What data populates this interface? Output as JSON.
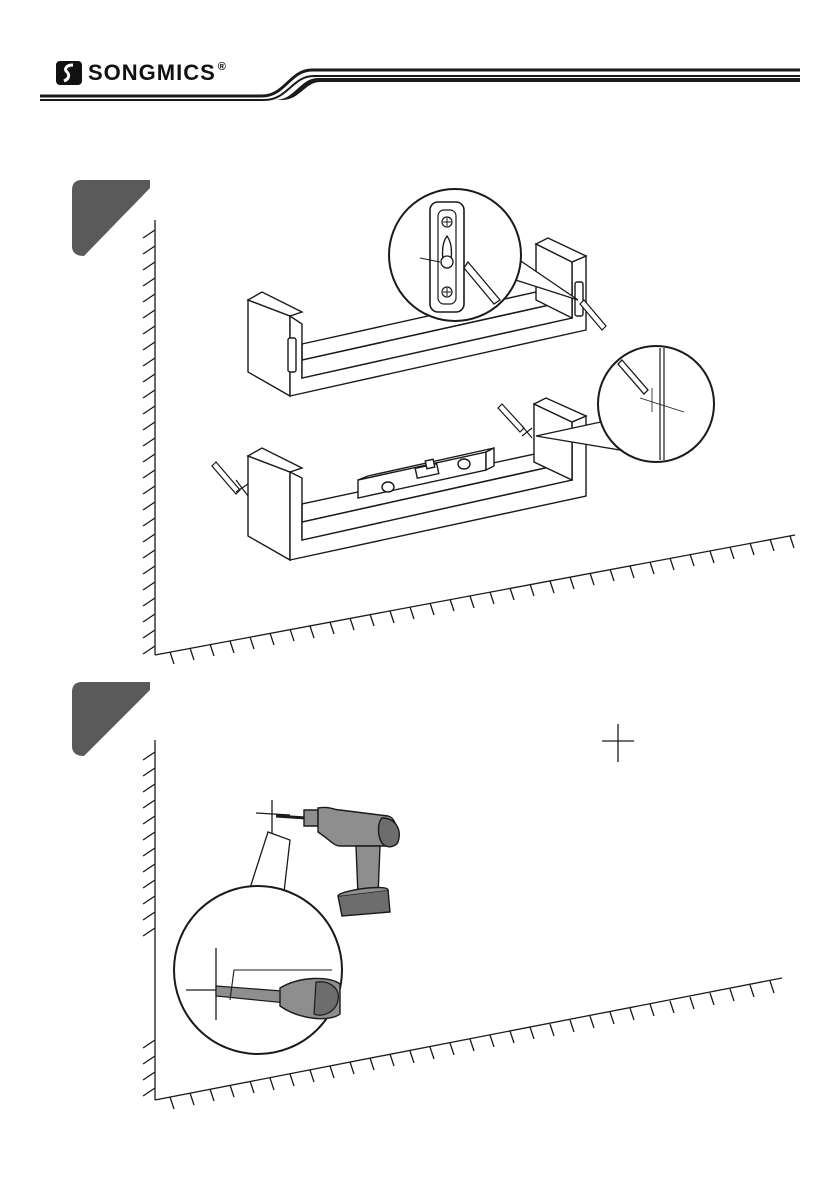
{
  "header": {
    "brand_name": "SONGMICS",
    "brand_registered_mark": "®"
  },
  "steps": [
    {
      "id": "step-1",
      "illustration": "mark-wall-with-level-and-pencil",
      "icon": "step-badge-icon"
    },
    {
      "id": "step-2",
      "illustration": "drill-holes-at-marks",
      "icon": "step-badge-icon"
    }
  ],
  "colors": {
    "ink": "#1a1a1a",
    "badge_fill": "#5a5a5a",
    "drill_body": "#8e8e8e",
    "drill_dark": "#6d6d6d"
  }
}
